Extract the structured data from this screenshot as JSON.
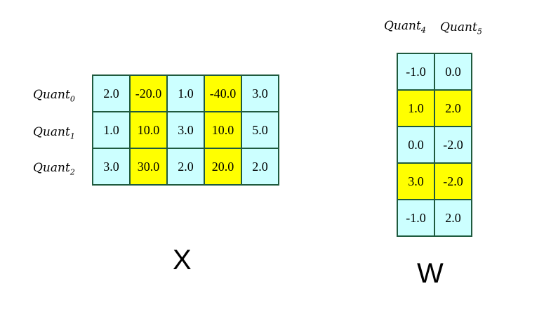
{
  "matrix_x": {
    "name": "X",
    "row_labels": [
      {
        "base": "Quant",
        "sub": "0"
      },
      {
        "base": "Quant",
        "sub": "1"
      },
      {
        "base": "Quant",
        "sub": "2"
      }
    ],
    "rows": [
      [
        "2.0",
        "-20.0",
        "1.0",
        "-40.0",
        "3.0"
      ],
      [
        "1.0",
        "10.0",
        "3.0",
        "10.0",
        "5.0"
      ],
      [
        "3.0",
        "30.0",
        "2.0",
        "20.0",
        "2.0"
      ]
    ],
    "highlighted_columns": [
      1,
      3
    ]
  },
  "matrix_w": {
    "name": "W",
    "column_labels": [
      {
        "base": "Quant",
        "sub": "4"
      },
      {
        "base": "Quant",
        "sub": "5"
      }
    ],
    "rows": [
      [
        "-1.0",
        "0.0"
      ],
      [
        "1.0",
        "2.0"
      ],
      [
        "0.0",
        "-2.0"
      ],
      [
        "3.0",
        "-2.0"
      ],
      [
        "-1.0",
        "2.0"
      ]
    ],
    "highlighted_rows": [
      1,
      3
    ]
  },
  "colors": {
    "normal_cell": "#ccffff",
    "highlight_cell": "#ffff00",
    "border": "#1f5a3e"
  }
}
